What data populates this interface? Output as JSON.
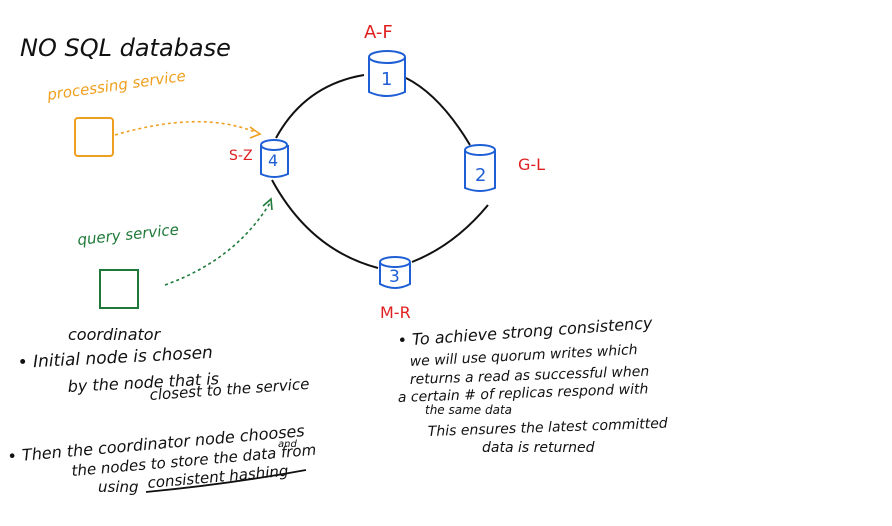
{
  "title": "NO SQL database",
  "colors": {
    "ink": "#111111",
    "processing": "#f0a020",
    "query": "#1f7a3a",
    "node_label": "#e02020",
    "node": "#1f5fd6"
  },
  "services": {
    "processing": "processing service",
    "query": "query service"
  },
  "nodes": [
    {
      "id": "1",
      "range": "A-F"
    },
    {
      "id": "2",
      "range": "G-L"
    },
    {
      "id": "3",
      "range": "M-R"
    },
    {
      "id": "4",
      "range": "S-Z"
    }
  ],
  "notes_left": {
    "coordinator": "coordinator",
    "initial_1": "• Initial node is chosen",
    "initial_2": "by the node that is",
    "initial_3": "closest to the service",
    "then_1": "• Then the coordinator node chooses",
    "then_2": "the nodes to store the data from",
    "then_2b": "and",
    "then_3a": "using",
    "then_3b": "consistent hashing"
  },
  "notes_right": {
    "l1": "• To achieve strong consistency",
    "l2": "we will use quorum writes which",
    "l3": "returns a read as successful when",
    "l4": "a certain # of replicas respond with",
    "l5": "the same data",
    "l6": "This ensures the latest committed",
    "l7": "data is returned"
  }
}
